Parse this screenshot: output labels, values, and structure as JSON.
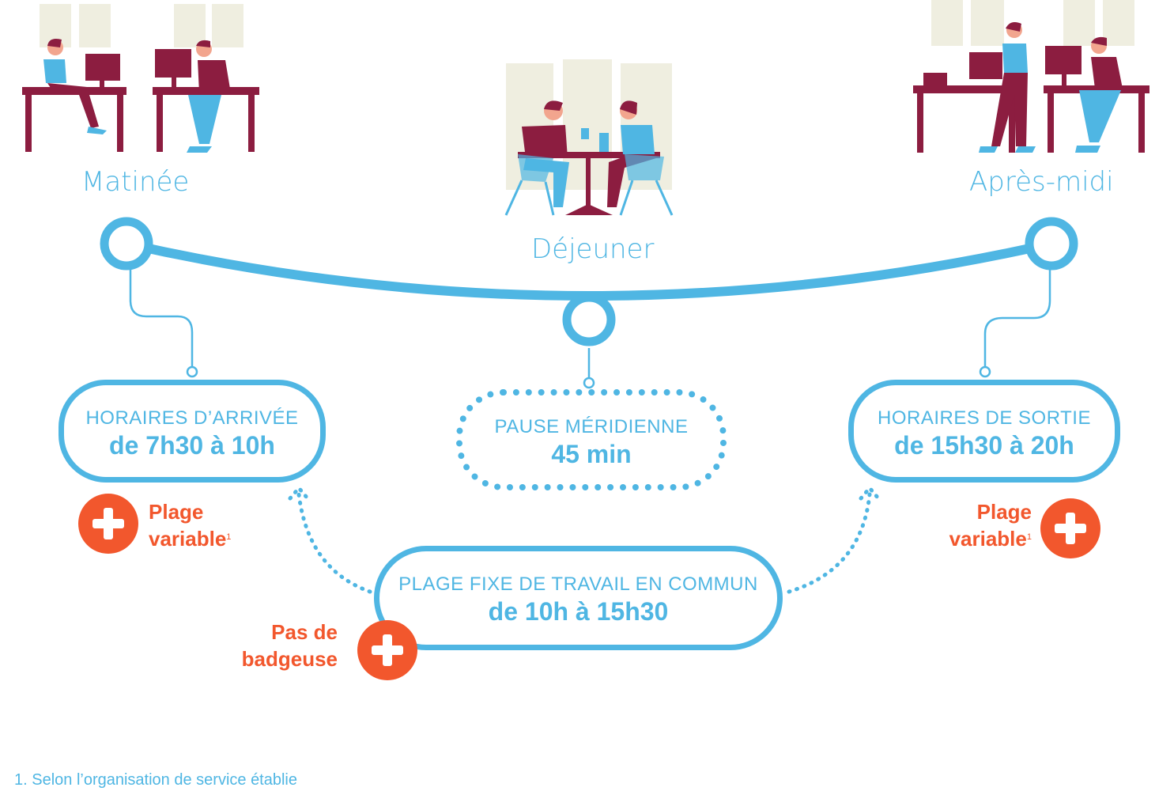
{
  "periods": {
    "morning": "Matinée",
    "lunch": "Déjeuner",
    "afternoon": "Après-midi"
  },
  "arrival": {
    "caption": "HORAIRES D’ARRIVÉE",
    "value": "de 7h30 à 10h"
  },
  "pause": {
    "caption": "PAUSE MÉRIDIENNE",
    "value": "45 min"
  },
  "exit": {
    "caption": "HORAIRES DE SORTIE",
    "value": "de 15h30 à 20h"
  },
  "core": {
    "caption": "PLAGE FIXE DE TRAVAIL EN COMMUN",
    "value": "de 10h à 15h30"
  },
  "notes": {
    "left_line1": "Plage",
    "left_line2": "variable",
    "left_sup": "1",
    "right_line1": "Plage",
    "right_line2": "variable",
    "right_sup": "1",
    "core_line1": "Pas de",
    "core_line2": "badgeuse"
  },
  "footnote": "1. Selon l’organisation de service établie",
  "colors": {
    "blue": "#4fb6e3",
    "orange": "#f2572d",
    "maroon": "#8c1d40",
    "cream": "#efeee0"
  }
}
